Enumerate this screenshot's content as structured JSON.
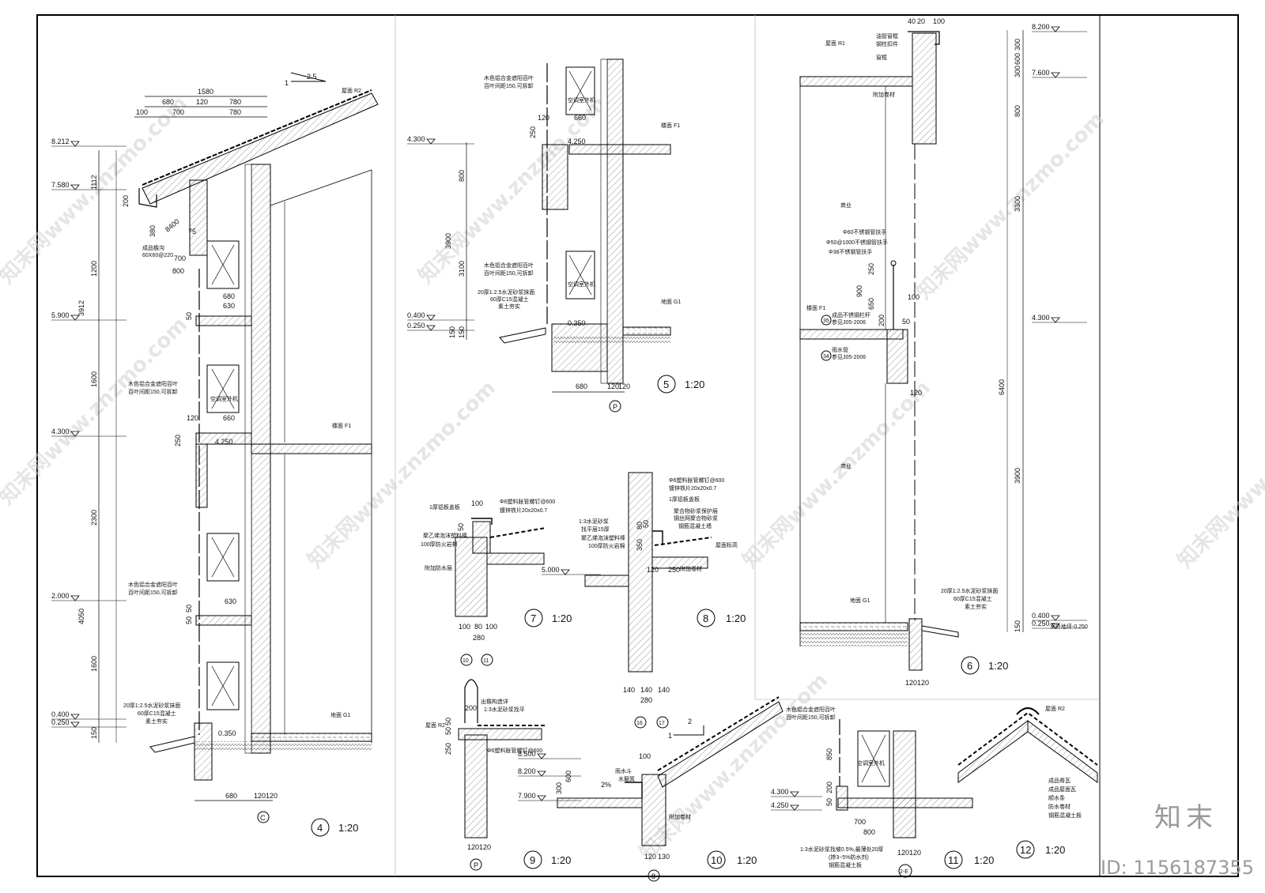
{
  "sheet": {
    "brand_text": "知末",
    "id_text": "ID: 1156187355",
    "watermark_text": "知末网www.znzmo.com"
  },
  "detail4": {
    "label": "4",
    "scale": "1:20",
    "levels": [
      "8.212",
      "7.580",
      "5.900",
      "4.300",
      "2.000",
      "0.400",
      "0.250"
    ],
    "vdims": [
      "1112",
      "1200",
      "3912",
      "1600",
      "2300",
      "4050",
      "1600",
      "150"
    ],
    "top_dims": [
      "1580",
      "680",
      "120",
      "780",
      "100",
      "700",
      "780"
    ],
    "roof_tag": "屋面 R2",
    "floor_tag": "楼面 F1",
    "ground_tag": "地面 G1",
    "slope_a": "1",
    "slope_b": "2.5",
    "misc_dims": [
      "200",
      "380",
      "8400",
      "75",
      "700",
      "800",
      "680",
      "630",
      "50",
      "120",
      "660",
      "250",
      "4.250",
      "50",
      "630",
      "50",
      "0.350",
      "680",
      "120",
      "120"
    ],
    "notes": [
      "成品檐沟",
      "60X60@220",
      "木色铝合金遮阳百叶",
      "百叶间距150,可拆卸",
      "空调室外机",
      "20厚1:2.5水泥砂浆抹面",
      "60厚C15混凝土",
      "素土夯实"
    ],
    "axis": "C"
  },
  "detail5": {
    "label": "5",
    "scale": "1:20",
    "levels": [
      "4.300",
      "0.400",
      "0.250"
    ],
    "vdims": [
      "800",
      "3900",
      "3100",
      "150",
      "150",
      "250"
    ],
    "misc_dims": [
      "120",
      "660",
      "4.250",
      "0.350",
      "680",
      "120",
      "120"
    ],
    "notes": [
      "木色铝合金遮阳百叶",
      "百叶间距150,可拆卸",
      "空调室外机",
      "楼面 F1",
      "地面 G1",
      "20厚1:2.5水泥砂浆抹面",
      "60厚C15混凝土",
      "素土夯实"
    ],
    "axis": "P"
  },
  "detail6": {
    "label": "6",
    "scale": "1:20",
    "levels": [
      "8.200",
      "7.600",
      "4.300",
      "0.400",
      "0.250"
    ],
    "vdims": [
      "300",
      "600",
      "300",
      "800",
      "3300",
      "6400",
      "3900",
      "150"
    ],
    "top_dims": [
      "40",
      "20",
      "100"
    ],
    "misc_dims": [
      "250",
      "900",
      "650",
      "200",
      "100",
      "50",
      "120",
      "120",
      "120"
    ],
    "notes": [
      "屋面 R1",
      "油管窗框",
      "钢柱扣件",
      "窗框",
      "附加卷材",
      "商业",
      "Φ60不锈钢管扶手",
      "Φ50@1000不锈钢管扶手",
      "Φ38不锈钢管扶手",
      "楼面 F1",
      "成品不锈钢栏杆",
      "参见J05-2006",
      "雨水管",
      "参见J05-2006",
      "商业",
      "地面 G1",
      "20厚1:2.5水泥砂浆抹面",
      "60厚C15混凝土",
      "素土夯实",
      "室外地坪-0.250"
    ],
    "refs": [
      "35",
      "34"
    ]
  },
  "detail7": {
    "label": "7",
    "scale": "1:20",
    "misc_dims": [
      "100",
      "50",
      "100",
      "80",
      "100",
      "280"
    ],
    "notes": [
      "1厚铝板盖板",
      "Φ6塑料胀管螺钉@600",
      "镀锌铁片20x20x0.7",
      "聚乙烯泡沫塑料棒",
      "100厚防火岩棉",
      "附加防水层"
    ],
    "axes": [
      "10",
      "11"
    ]
  },
  "detail8": {
    "label": "8",
    "scale": "1:20",
    "level": "5.000",
    "misc_dims": [
      "80",
      "350",
      "50",
      "120",
      "250",
      "140",
      "140",
      "140",
      "280"
    ],
    "notes": [
      "Φ6塑料胀管螺钉@600",
      "镀锌铁片20x20x0.7",
      "1厚铝板盖板",
      "聚合物砂浆保护层",
      "钢丝网聚合物砂浆",
      "钢筋混凝土墙",
      "1:3水泥砂浆",
      "找平层15厚",
      "聚乙烯泡沫塑料棒",
      "100厚防火岩棉",
      "屋面标高",
      "附加卷材"
    ],
    "axes": [
      "16",
      "17"
    ]
  },
  "detail9": {
    "label": "9",
    "scale": "1:20",
    "misc_dims": [
      "200",
      "50",
      "250",
      "50",
      "120",
      "120"
    ],
    "notes": [
      "出檐构造详",
      "1:3水泥砂浆找平",
      "屋面 R2",
      "Φ6塑料胀管螺钉@600"
    ],
    "axis": "P"
  },
  "detail10": {
    "label": "10",
    "scale": "1:20",
    "levels": [
      "8.500",
      "8.200",
      "7.900"
    ],
    "misc_dims": [
      "100",
      "600",
      "300",
      "2%",
      "120",
      "130"
    ],
    "notes": [
      "雨水斗",
      "水簸箕",
      "附加卷材"
    ],
    "slope_a": "1",
    "slope_b": "2",
    "axis": "8"
  },
  "detail11": {
    "label": "11",
    "scale": "1:20",
    "levels": [
      "4.300",
      "4.250"
    ],
    "misc_dims": [
      "850",
      "200",
      "50",
      "700",
      "800",
      "120",
      "120"
    ],
    "notes": [
      "木色铝合金遮阳百叶",
      "百叶间距150,可拆卸",
      "空调室外机",
      "1:3水泥砂浆找坡0.5%,最薄处20厚",
      "(掺3~5%防水剂)",
      "钢筋混凝土板"
    ],
    "axis": "2-E"
  },
  "detail12": {
    "label": "12",
    "scale": "1:20",
    "notes": [
      "屋面 R2",
      "成品脊瓦",
      "成品屋面瓦",
      "顺水条",
      "防水卷材",
      "钢筋混凝土板"
    ]
  }
}
